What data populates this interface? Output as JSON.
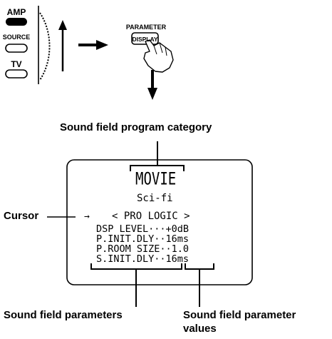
{
  "remote": {
    "buttons": [
      {
        "label": "AMP",
        "state": "pressed"
      },
      {
        "label": "SOURCE",
        "state": "normal"
      },
      {
        "label": "TV",
        "state": "normal"
      }
    ],
    "parameter_label": "PARAMETER",
    "display_label": "DISPLAY"
  },
  "callouts": {
    "category": "Sound field program category",
    "cursor": "Cursor",
    "parameters": "Sound field parameters",
    "values_line1": "Sound field parameter",
    "values_line2": "values"
  },
  "screen": {
    "category": "MOVIE",
    "program": "Sci-fi",
    "cursor_symbol": "→",
    "sub_program": "< PRO LOGIC >",
    "rows": [
      {
        "text": "DSP LEVEL···+0dB"
      },
      {
        "text": "P.INIT.DLY··16ms"
      },
      {
        "text": "P.ROOM SIZE··1.0"
      },
      {
        "text": "S.INIT.DLY··16ms"
      }
    ]
  }
}
